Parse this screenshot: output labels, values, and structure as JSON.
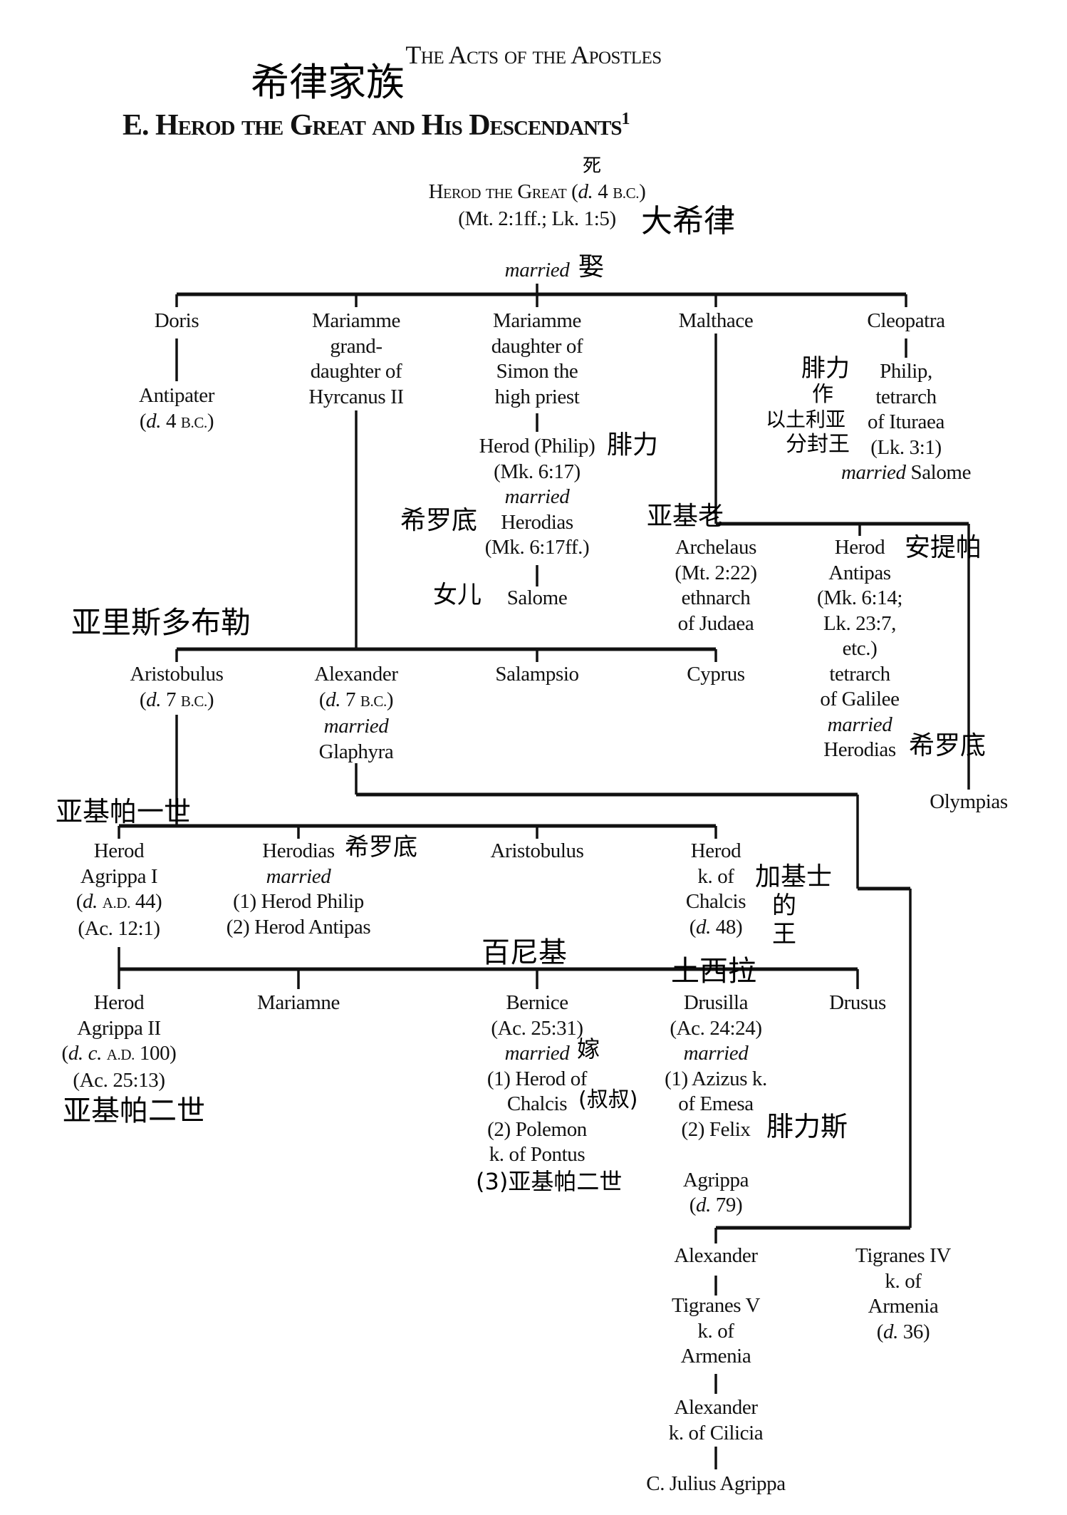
{
  "header": {
    "running_title": "The Acts of the Apostles"
  },
  "title": {
    "text": "E. Herod the Great and His Descendants",
    "footnote": "1"
  },
  "nodes": [
    {
      "id": "herod-great",
      "lines": [
        [
          {
            "t": "Herod the Great",
            "scap": 1
          },
          {
            "t": " ("
          },
          {
            "t": "d.",
            "i": 1
          },
          {
            "t": " 4 "
          },
          {
            "t": "B.C.",
            "sc": 1
          },
          {
            "t": ")"
          }
        ],
        [
          {
            "t": "(Mt. 2:1ff.; Lk. 1:5)"
          }
        ]
      ]
    },
    {
      "id": "married-top",
      "lines": [
        [
          {
            "t": "married",
            "i": 1
          }
        ]
      ]
    },
    {
      "id": "doris",
      "lines": [
        [
          {
            "t": "Doris"
          }
        ]
      ]
    },
    {
      "id": "antipater",
      "lines": [
        [
          {
            "t": "Antipater"
          }
        ],
        [
          {
            "t": "("
          },
          {
            "t": "d.",
            "i": 1
          },
          {
            "t": " 4 "
          },
          {
            "t": "B.C.",
            "sc": 1
          },
          {
            "t": ")"
          }
        ]
      ]
    },
    {
      "id": "mariamme-hyrcanus",
      "lines": [
        [
          {
            "t": "Mariamme"
          }
        ],
        [
          {
            "t": "grand-"
          }
        ],
        [
          {
            "t": "daughter of"
          }
        ],
        [
          {
            "t": "Hyrcanus II"
          }
        ]
      ]
    },
    {
      "id": "mariamme-simon",
      "lines": [
        [
          {
            "t": "Mariamme"
          }
        ],
        [
          {
            "t": "daughter of"
          }
        ],
        [
          {
            "t": "Simon the"
          }
        ],
        [
          {
            "t": "high priest"
          }
        ]
      ]
    },
    {
      "id": "malthace",
      "lines": [
        [
          {
            "t": "Malthace"
          }
        ]
      ]
    },
    {
      "id": "cleopatra",
      "lines": [
        [
          {
            "t": "Cleopatra"
          }
        ]
      ]
    },
    {
      "id": "philip-tetrarch",
      "lines": [
        [
          {
            "t": "Philip,"
          }
        ],
        [
          {
            "t": "tetrarch"
          }
        ],
        [
          {
            "t": "of Ituraea"
          }
        ],
        [
          {
            "t": "(Lk. 3:1)"
          }
        ],
        [
          {
            "t": "married",
            "i": 1
          },
          {
            "t": " Salome"
          }
        ]
      ]
    },
    {
      "id": "herod-philip",
      "lines": [
        [
          {
            "t": "Herod (Philip)"
          }
        ],
        [
          {
            "t": "(Mk. 6:17)"
          }
        ],
        [
          {
            "t": "married",
            "i": 1
          }
        ],
        [
          {
            "t": "Herodias"
          }
        ],
        [
          {
            "t": "(Mk. 6:17ff.)"
          }
        ]
      ]
    },
    {
      "id": "salome",
      "lines": [
        [
          {
            "t": "Salome"
          }
        ]
      ]
    },
    {
      "id": "archelaus",
      "lines": [
        [
          {
            "t": "Archelaus"
          }
        ],
        [
          {
            "t": "(Mt. 2:22)"
          }
        ],
        [
          {
            "t": "ethnarch"
          }
        ],
        [
          {
            "t": "of Judaea"
          }
        ]
      ]
    },
    {
      "id": "herod-antipas",
      "lines": [
        [
          {
            "t": "Herod"
          }
        ],
        [
          {
            "t": "Antipas"
          }
        ],
        [
          {
            "t": "(Mk. 6:14;"
          }
        ],
        [
          {
            "t": "Lk. 23:7,"
          }
        ],
        [
          {
            "t": "etc.)"
          }
        ],
        [
          {
            "t": "tetrarch"
          }
        ],
        [
          {
            "t": "of Galilee"
          }
        ],
        [
          {
            "t": "married",
            "i": 1
          }
        ],
        [
          {
            "t": "Herodias"
          }
        ]
      ]
    },
    {
      "id": "olympias",
      "lines": [
        [
          {
            "t": "Olympias"
          }
        ]
      ]
    },
    {
      "id": "aristobulus-1",
      "lines": [
        [
          {
            "t": "Aristobulus"
          }
        ],
        [
          {
            "t": "("
          },
          {
            "t": "d.",
            "i": 1
          },
          {
            "t": " 7 "
          },
          {
            "t": "B.C.",
            "sc": 1
          },
          {
            "t": ")"
          }
        ]
      ]
    },
    {
      "id": "alexander-1",
      "lines": [
        [
          {
            "t": "Alexander"
          }
        ],
        [
          {
            "t": "("
          },
          {
            "t": "d.",
            "i": 1
          },
          {
            "t": " 7 "
          },
          {
            "t": "B.C.",
            "sc": 1
          },
          {
            "t": ")"
          }
        ],
        [
          {
            "t": "married",
            "i": 1
          }
        ],
        [
          {
            "t": "Glaphyra"
          }
        ]
      ]
    },
    {
      "id": "salampsio",
      "lines": [
        [
          {
            "t": "Salampsio"
          }
        ]
      ]
    },
    {
      "id": "cyprus",
      "lines": [
        [
          {
            "t": "Cyprus"
          }
        ]
      ]
    },
    {
      "id": "agrippa-1",
      "lines": [
        [
          {
            "t": "Herod"
          }
        ],
        [
          {
            "t": "Agrippa I"
          }
        ],
        [
          {
            "t": "("
          },
          {
            "t": "d.",
            "i": 1
          },
          {
            "t": " "
          },
          {
            "t": "A.D.",
            "sc": 1
          },
          {
            "t": " 44)"
          }
        ],
        [
          {
            "t": "(Ac. 12:1)"
          }
        ]
      ]
    },
    {
      "id": "herodias",
      "lines": [
        [
          {
            "t": "Herodias"
          }
        ],
        [
          {
            "t": "married",
            "i": 1
          }
        ],
        [
          {
            "t": "(1) Herod Philip"
          }
        ],
        [
          {
            "t": "(2) Herod Antipas"
          }
        ]
      ]
    },
    {
      "id": "aristobulus-2",
      "lines": [
        [
          {
            "t": "Aristobulus"
          }
        ]
      ]
    },
    {
      "id": "herod-chalcis",
      "lines": [
        [
          {
            "t": "Herod"
          }
        ],
        [
          {
            "t": "k. of"
          }
        ],
        [
          {
            "t": "Chalcis"
          }
        ],
        [
          {
            "t": "("
          },
          {
            "t": "d.",
            "i": 1
          },
          {
            "t": " 48)"
          }
        ]
      ]
    },
    {
      "id": "agrippa-2",
      "lines": [
        [
          {
            "t": "Herod"
          }
        ],
        [
          {
            "t": "Agrippa II"
          }
        ],
        [
          {
            "t": "("
          },
          {
            "t": "d. c.",
            "i": 1
          },
          {
            "t": " "
          },
          {
            "t": "A.D.",
            "sc": 1
          },
          {
            "t": " 100)"
          }
        ],
        [
          {
            "t": "(Ac. 25:13)"
          }
        ]
      ]
    },
    {
      "id": "mariamne",
      "lines": [
        [
          {
            "t": "Mariamne"
          }
        ]
      ]
    },
    {
      "id": "bernice",
      "lines": [
        [
          {
            "t": "Bernice"
          }
        ],
        [
          {
            "t": "(Ac. 25:31)"
          }
        ],
        [
          {
            "t": "married",
            "i": 1
          }
        ],
        [
          {
            "t": "(1) Herod of"
          }
        ],
        [
          {
            "t": "Chalcis"
          }
        ],
        [
          {
            "t": "(2) Polemon"
          }
        ],
        [
          {
            "t": "k. of Pontus"
          }
        ]
      ]
    },
    {
      "id": "drusilla",
      "lines": [
        [
          {
            "t": "Drusilla"
          }
        ],
        [
          {
            "t": "(Ac. 24:24)"
          }
        ],
        [
          {
            "t": "married",
            "i": 1
          }
        ],
        [
          {
            "t": "(1) Azizus k."
          }
        ],
        [
          {
            "t": "of Emesa"
          }
        ],
        [
          {
            "t": "(2) Felix"
          }
        ],
        [
          {
            "t": ""
          }
        ],
        [
          {
            "t": "Agrippa"
          }
        ],
        [
          {
            "t": "("
          },
          {
            "t": "d.",
            "i": 1
          },
          {
            "t": " 79)"
          }
        ]
      ]
    },
    {
      "id": "drusus",
      "lines": [
        [
          {
            "t": "Drusus"
          }
        ]
      ]
    },
    {
      "id": "alexander-2",
      "lines": [
        [
          {
            "t": "Alexander"
          }
        ]
      ]
    },
    {
      "id": "tigranes-4",
      "lines": [
        [
          {
            "t": "Tigranes IV"
          }
        ],
        [
          {
            "t": "k. of"
          }
        ],
        [
          {
            "t": "Armenia"
          }
        ],
        [
          {
            "t": "("
          },
          {
            "t": "d.",
            "i": 1
          },
          {
            "t": " 36)"
          }
        ]
      ]
    },
    {
      "id": "tigranes-5",
      "lines": [
        [
          {
            "t": "Tigranes V"
          }
        ],
        [
          {
            "t": "k. of"
          }
        ],
        [
          {
            "t": "Armenia"
          }
        ]
      ]
    },
    {
      "id": "alexander-cilicia",
      "lines": [
        [
          {
            "t": "Alexander"
          }
        ],
        [
          {
            "t": "k. of Cilicia"
          }
        ]
      ]
    },
    {
      "id": "julius-agrippa",
      "lines": [
        [
          {
            "t": "C. Julius Agrippa"
          }
        ]
      ]
    }
  ],
  "annotations": [
    {
      "id": "hw-family",
      "text": "希律家族"
    },
    {
      "id": "hw-died",
      "text": "死"
    },
    {
      "id": "hw-herod-great",
      "text": "大希律"
    },
    {
      "id": "hw-marry",
      "text": "娶"
    },
    {
      "id": "hw-philip-a",
      "text": "腓力"
    },
    {
      "id": "hw-philip-b",
      "text": "作"
    },
    {
      "id": "hw-ituraea",
      "text": "以土利亚"
    },
    {
      "id": "hw-tetrarch",
      "text": "分封王"
    },
    {
      "id": "hw-philip-c",
      "text": "腓力"
    },
    {
      "id": "hw-herodias-1",
      "text": "希罗底"
    },
    {
      "id": "hw-archelaus",
      "text": "亚基老"
    },
    {
      "id": "hw-antipas",
      "text": "安提帕"
    },
    {
      "id": "hw-daughter",
      "text": "女儿"
    },
    {
      "id": "hw-aristobulus",
      "text": "亚里斯多布勒"
    },
    {
      "id": "hw-herodias-2",
      "text": "希罗底"
    },
    {
      "id": "hw-agrippa-1",
      "text": "亚基帕一世"
    },
    {
      "id": "hw-herodias-3",
      "text": "希罗底"
    },
    {
      "id": "hw-chalcis-a",
      "text": "加基士"
    },
    {
      "id": "hw-chalcis-b",
      "text": "的"
    },
    {
      "id": "hw-chalcis-c",
      "text": "王"
    },
    {
      "id": "hw-bernice",
      "text": "百尼基"
    },
    {
      "id": "hw-drusilla",
      "text": "土西拉"
    },
    {
      "id": "hw-wed",
      "text": "嫁"
    },
    {
      "id": "hw-uncle",
      "text": "(叔叔)"
    },
    {
      "id": "hw-felix",
      "text": "腓力斯"
    },
    {
      "id": "hw-bernice-3",
      "text": "(3)亚基帕二世"
    },
    {
      "id": "hw-agrippa-2",
      "text": "亚基帕二世"
    }
  ]
}
